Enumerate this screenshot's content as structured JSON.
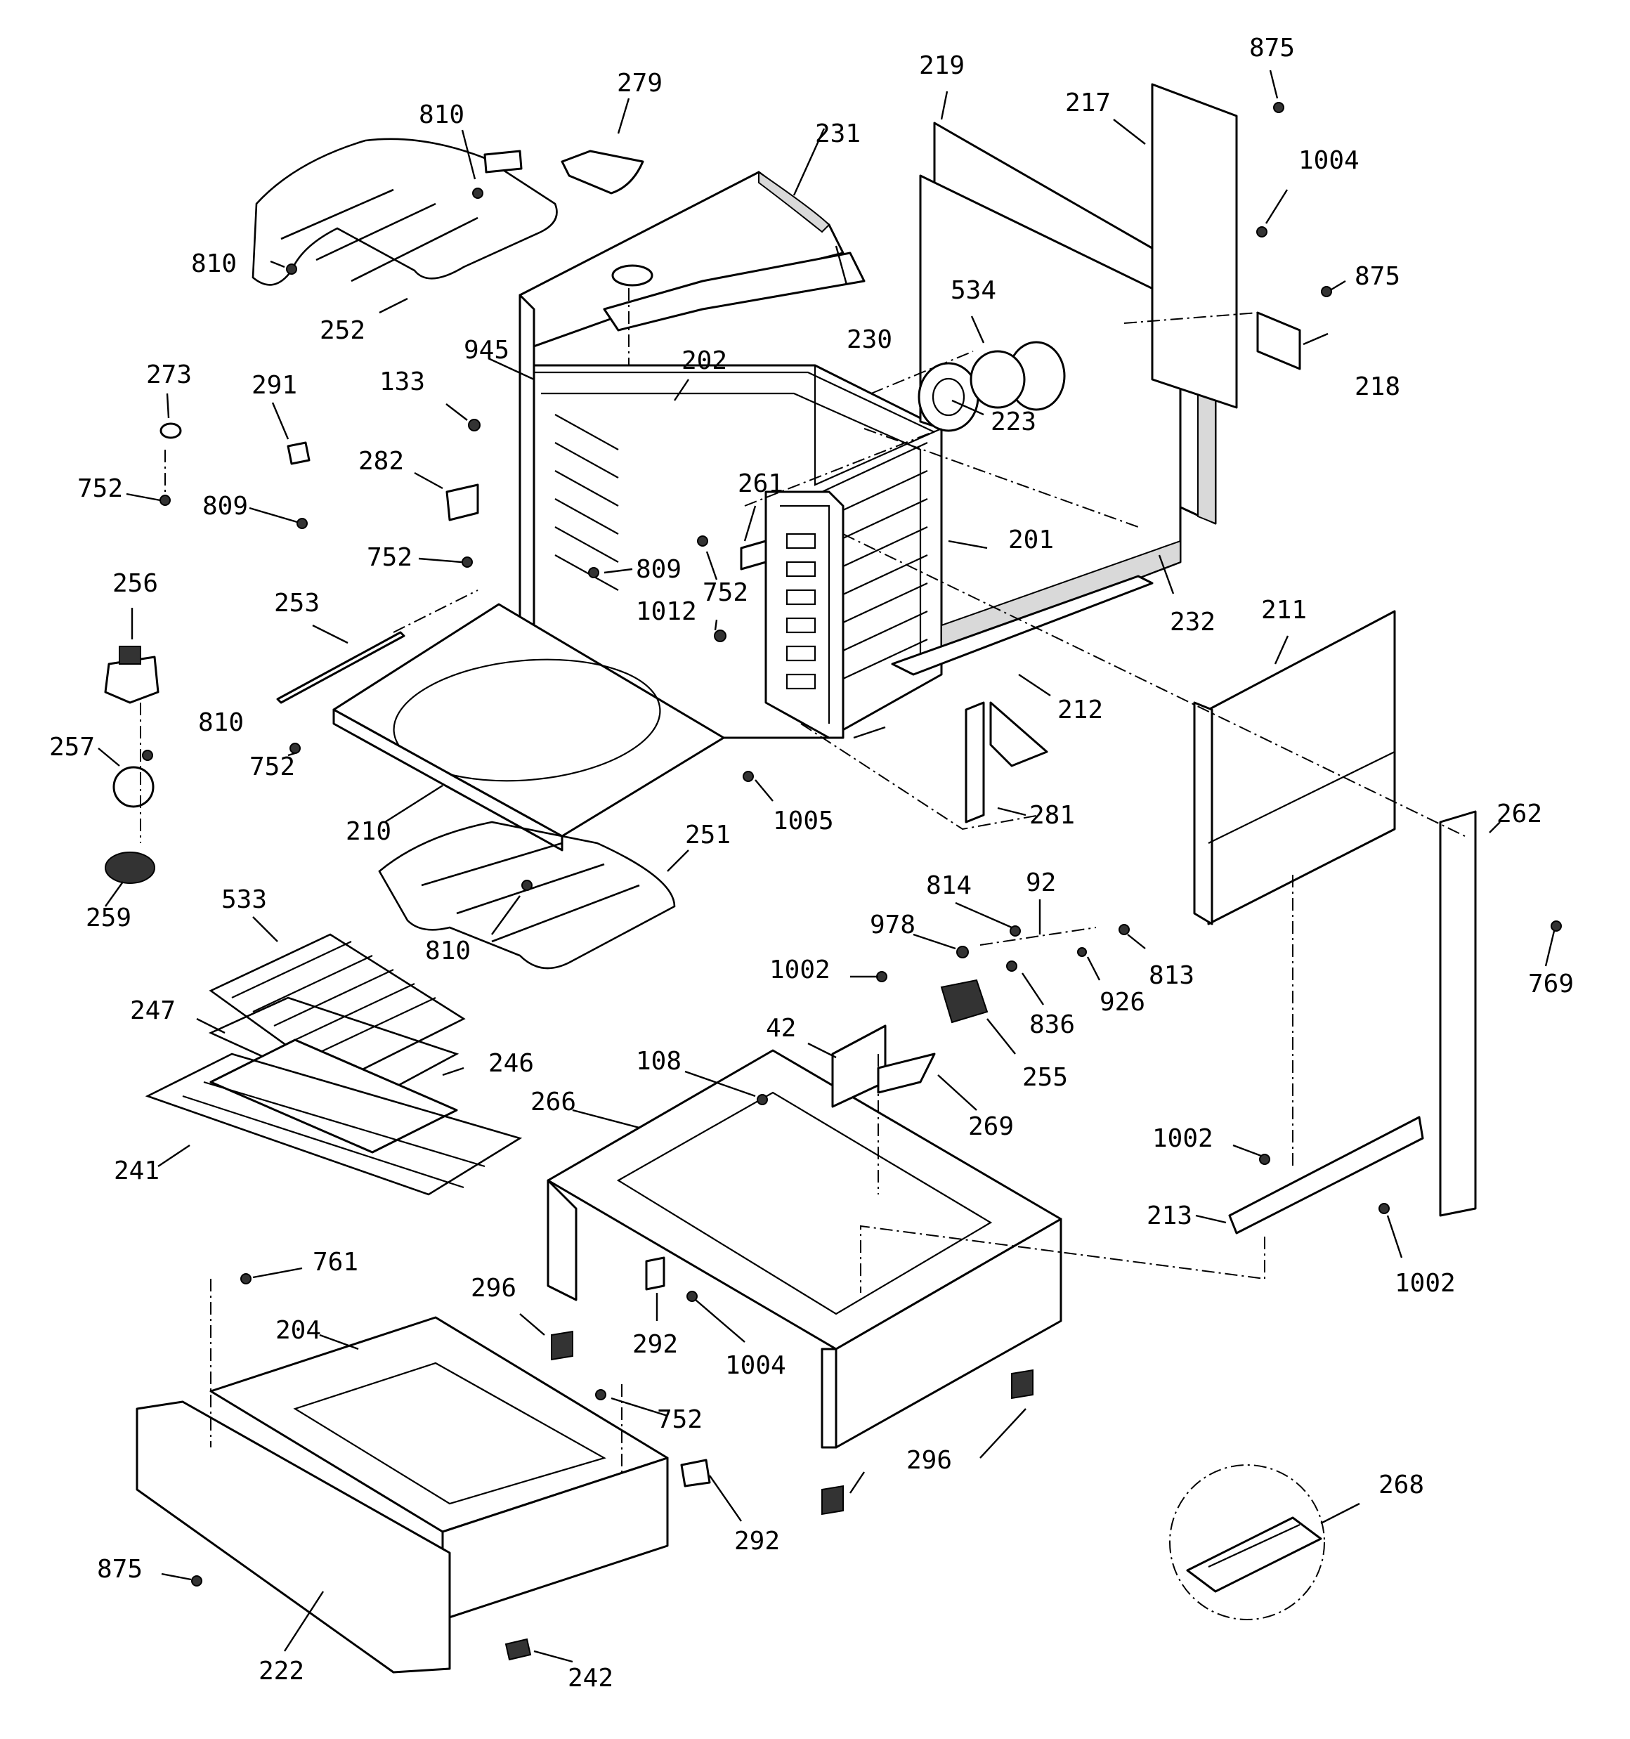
{
  "diagram": {
    "style": "exploded parts diagram",
    "stroke_color": "#000000",
    "background": "#ffffff"
  },
  "labels": {
    "l875a": "875",
    "l219": "219",
    "l217": "217",
    "l279": "279",
    "l810a": "810",
    "l231": "231",
    "l1004a": "1004",
    "l875b": "875",
    "l810b": "810",
    "l252": "252",
    "l230": "230",
    "l534": "534",
    "l218": "218",
    "l273": "273",
    "l291": "291",
    "l945": "945",
    "l202": "202",
    "l133": "133",
    "l223": "223",
    "l752a": "752",
    "l809a": "809",
    "l282": "282",
    "l261": "261",
    "l201": "201",
    "l752b": "752",
    "l809b": "809",
    "l752c": "752",
    "l256": "256",
    "l253": "253",
    "l1012": "1012",
    "l232": "232",
    "l211": "211",
    "l212": "212",
    "l810c": "810",
    "l257": "257",
    "l752d": "752",
    "l1005": "1005",
    "l281": "281",
    "l210": "210",
    "l251": "251",
    "l262": "262",
    "l259": "259",
    "l533": "533",
    "l814": "814",
    "l92": "92",
    "l978": "978",
    "l810d": "810",
    "l1002a": "1002",
    "l813": "813",
    "l926": "926",
    "l769": "769",
    "l836": "836",
    "l247": "247",
    "l42": "42",
    "l255": "255",
    "l246": "246",
    "l108": "108",
    "l266": "266",
    "l269": "269",
    "l241": "241",
    "l1002b": "1002",
    "l213": "213",
    "l761": "761",
    "l1002c": "1002",
    "l296a": "296",
    "l204": "204",
    "l292a": "292",
    "l1004b": "1004",
    "l752e": "752",
    "l296b": "296",
    "l268": "268",
    "l292b": "292",
    "l875c": "875",
    "l222": "222",
    "l242": "242"
  }
}
